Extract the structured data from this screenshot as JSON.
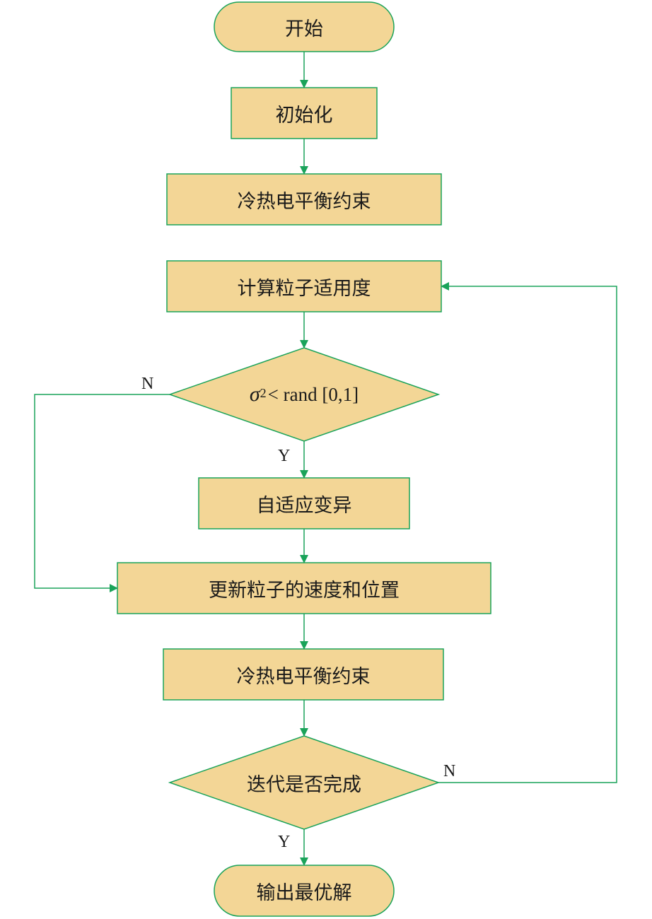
{
  "diagram": {
    "colors": {
      "fill": "#f3d696",
      "stroke": "#1aa35a",
      "text": "#1a1a1a"
    },
    "nodes": {
      "start": "开始",
      "init": "初始化",
      "constraint1": "冷热电平衡约束",
      "fitness": "计算粒子适用度",
      "condition": {
        "symbol": "σ",
        "exponent": "2",
        "rest": "< rand [0,1]"
      },
      "mutation": "自适应变异",
      "update": "更新粒子的速度和位置",
      "constraint2": "冷热电平衡约束",
      "iteration": "迭代是否完成",
      "output": "输出最优解"
    },
    "labels": {
      "cond_no": "N",
      "cond_yes": "Y",
      "iter_no": "N",
      "iter_yes": "Y"
    }
  }
}
